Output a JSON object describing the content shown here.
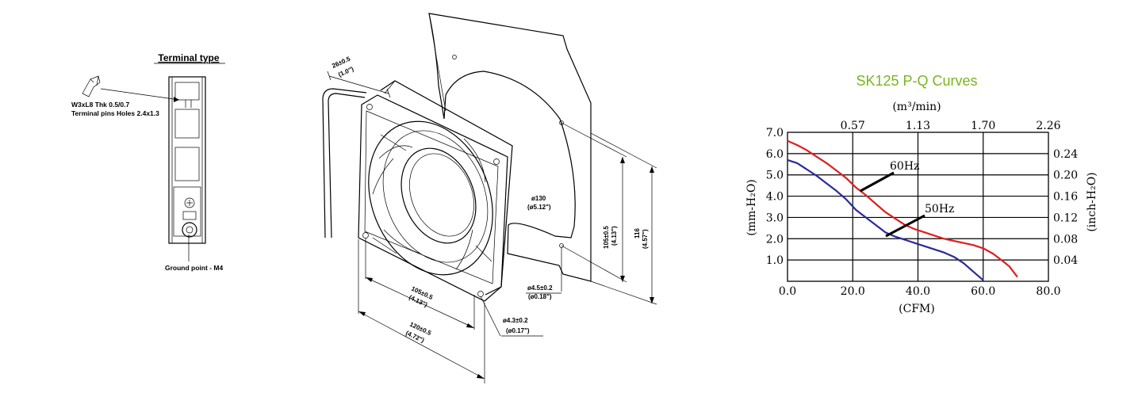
{
  "terminal": {
    "title": "Terminal type",
    "pin_spec_line1": "W3xL8  Thk 0.5/0.7",
    "pin_spec_line2": "Terminal pins Holes 2.4x1.3",
    "ground_point": "Ground point - M4"
  },
  "dimensions": {
    "depth": "26±0.5",
    "depth_in": "(1.0\")",
    "circle_dia": "ø130",
    "circle_dia_in": "(ø5.12\")",
    "hole_spacing_v": "105±0.5",
    "hole_spacing_v_in": "(4.13\")",
    "height": "116",
    "height_in": "(4.57\")",
    "hole_spacing_h": "105±0.5",
    "hole_spacing_h_in": "(4.13\")",
    "width": "120±0.5",
    "width_in": "(4.72\")",
    "panel_hole": "ø4.5±0.2",
    "panel_hole_in": "(ø0.18\")",
    "mount_hole": "ø4.3±0.2",
    "mount_hole_in": "(ø0.17\")"
  },
  "chart_data": {
    "type": "line",
    "title": "SK125 P-Q Curves",
    "title_color": "#7ab51d",
    "xlabel": "(CFM)",
    "x_top_label": "(m³/min)",
    "ylabel": "(mm-H₂O)",
    "y_right_label": "(inch-H₂O)",
    "xlim": [
      0,
      80
    ],
    "ylim": [
      0,
      7
    ],
    "x_ticks": [
      "0.0",
      "20.0",
      "40.0",
      "60.0",
      "80.0"
    ],
    "x_top_ticks": [
      "0.57",
      "1.13",
      "1.70",
      "2.26"
    ],
    "y_ticks": [
      "7.0",
      "6.0",
      "5.0",
      "4.0",
      "3.0",
      "2.0",
      "1.0"
    ],
    "y_right_ticks": [
      "0.24",
      "0.20",
      "0.16",
      "0.12",
      "0.08",
      "0.04"
    ],
    "grid": true,
    "series": [
      {
        "name": "60Hz",
        "color": "#e21d1d",
        "x": [
          0,
          3,
          6,
          9,
          12,
          15,
          18,
          21,
          24,
          27,
          30,
          33,
          36,
          39,
          42,
          45,
          48,
          51,
          54,
          57,
          60,
          63,
          66,
          68,
          70.5
        ],
        "y": [
          6.6,
          6.4,
          6.15,
          5.85,
          5.55,
          5.2,
          4.85,
          4.4,
          4.05,
          3.65,
          3.25,
          2.95,
          2.65,
          2.45,
          2.3,
          2.15,
          2.0,
          1.9,
          1.8,
          1.7,
          1.55,
          1.3,
          0.95,
          0.7,
          0.2
        ]
      },
      {
        "name": "50Hz",
        "color": "#2a2a9a",
        "x": [
          0,
          3,
          6,
          9,
          12,
          15,
          18,
          21,
          24,
          27,
          30,
          33,
          36,
          39,
          42,
          45,
          48,
          51,
          54,
          57,
          60
        ],
        "y": [
          5.7,
          5.55,
          5.25,
          4.95,
          4.6,
          4.25,
          3.85,
          3.35,
          3.0,
          2.65,
          2.3,
          2.1,
          1.95,
          1.8,
          1.65,
          1.5,
          1.35,
          1.15,
          0.85,
          0.45,
          0.05
        ]
      }
    ],
    "annotations": [
      "60Hz",
      "50Hz"
    ]
  }
}
